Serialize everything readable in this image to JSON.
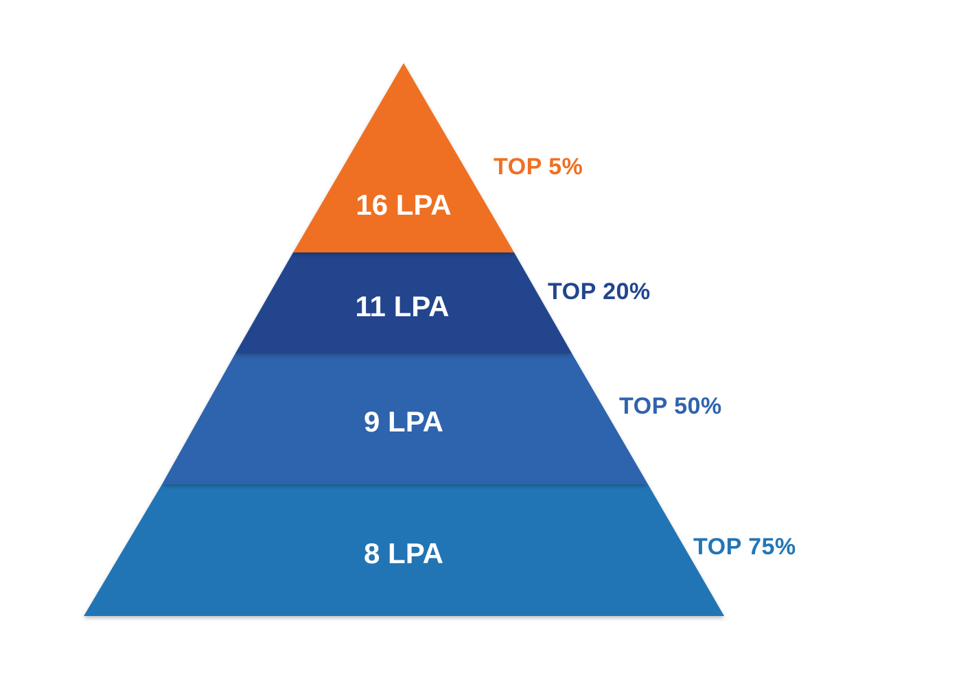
{
  "tiers": [
    {
      "value": "16 LPA",
      "rank": "TOP 5%",
      "fill": "#ef7022",
      "rank_color": "#ef7022"
    },
    {
      "value": "11 LPA",
      "rank": "TOP 20%",
      "fill": "#22458d",
      "rank_color": "#22458d"
    },
    {
      "value": "9 LPA",
      "rank": "TOP 50%",
      "fill": "#2f64ad",
      "rank_color": "#2f64ad"
    },
    {
      "value": "8 LPA",
      "rank": "TOP 75%",
      "fill": "#2375b5",
      "rank_color": "#2375b5"
    }
  ]
}
